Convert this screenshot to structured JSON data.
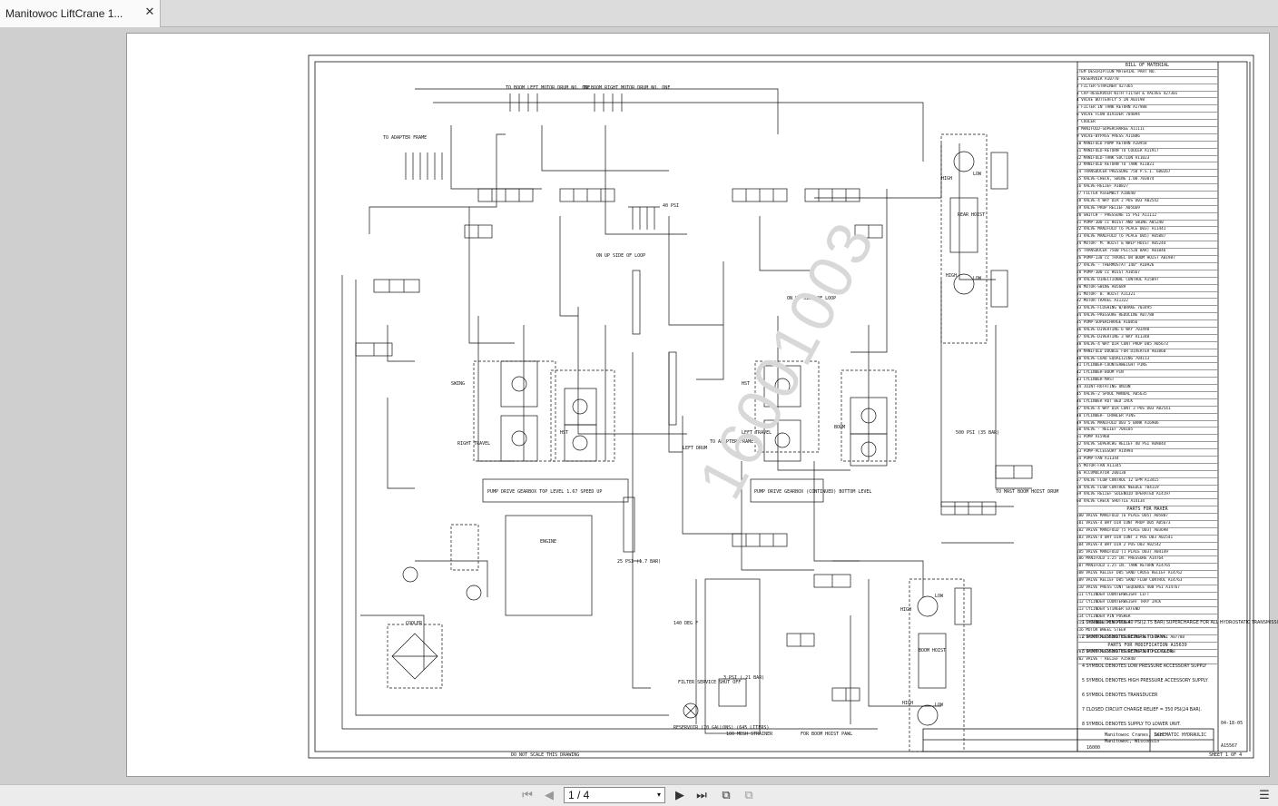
{
  "tab": {
    "title": "Manitowoc LiftCrane 1...",
    "close_glyph": "✕"
  },
  "page_nav": {
    "current": "1 / 4",
    "dropdown_glyph": "▾"
  },
  "watermark": "16001003",
  "labels": {
    "to_boom_left_motor": "TO BOOM LEFT MOTOR DRUM NO. ONE",
    "to_boom_right_motor": "TO BOOM RIGHT MOTOR DRUM NO. ONE",
    "to_adapter_frame": "TO ADAPTER FRAME",
    "forty_psi": "40 PSI",
    "on_up_side_loop": "ON UP SIDE OF LOOP",
    "swing": "SWING",
    "right_travel": "RIGHT TRAVEL",
    "hst": "HST",
    "left_travel": "LEFT TRAVEL",
    "boom": "BOOM",
    "pump_drive_top": "PUMP DRIVE GEARBOX  TOP LEVEL  1.67 SPEED UP",
    "pump_drive_bottom": "PUMP DRIVE GEARBOX (CONTINUED) BOTTOM LEVEL",
    "engine": "ENGINE",
    "cooler": "COOLER",
    "rear_hoist": "REAR HOIST",
    "boom_hoist": "BOOM HOIST",
    "high": "HIGH",
    "low": "LOW",
    "reservoir": "RESERVOIR (70 GALLONS) (645 LITERS)",
    "mesh_strainer": "100 MESH STRAINER",
    "filter_service": "FILTER SERVICE SHUT OFF",
    "for_boom_hoist_pawl": "FOR BOOM HOIST PAWL",
    "to_mast": "TO MAST BOOM HOIST DRUM",
    "left_drum": "LEFT DRUM",
    "to_adapter_frame2": "TO ADAPTER FRAME",
    "psi_25": "25 PSI (1.7 BAR)",
    "deg_140": "140 DEG F",
    "psi_3": "3 PSI (.21 BAR)",
    "psi_500": "500 PSI (35 BAR)",
    "do_not_scale": "DO NOT SCALE THIS DRAWING"
  },
  "bom": {
    "title": "BILL OF MATERIAL",
    "headers": [
      "ITEM",
      "DESCRIPTION",
      "MATERIAL",
      "PART NO."
    ],
    "items": [
      [
        "1",
        "RESERVOIR",
        "A10770"
      ],
      [
        "2",
        "FILTER-STRAINER",
        "427365"
      ],
      [
        "3",
        "CAP-RESERVOIR WITH FILTER & VALVES",
        "427301"
      ],
      [
        "4",
        "VALVE BUTTERFLY 5 IN",
        "A03198"
      ],
      [
        "5",
        "FILTER IN TANK RETURN",
        "A17988"
      ],
      [
        "6",
        "VALVE FLOW DIVIDER",
        "704094"
      ],
      [
        "7",
        "COOLER",
        ""
      ],
      [
        "8",
        "MANIFOLD-SUPERCHARGE",
        "A11111"
      ],
      [
        "9",
        "VALVE-BYPASS PRESS",
        "A11886"
      ],
      [
        "10",
        "MANIFOLD PUMP RETURN",
        "A10958"
      ],
      [
        "11",
        "MANIFOLD-RETURN TO COOLER",
        "A11917"
      ],
      [
        "12",
        "MANIFOLD-TANK SUCTION",
        "A11023"
      ],
      [
        "13",
        "MANIFOLD RETURN TO TANK",
        "A11021"
      ],
      [
        "14",
        "TRANSDUCER PRESSURE 750 P.S.I.",
        "680267"
      ],
      [
        "15",
        "VALVE-CHECK, SWING 1.00",
        "703074"
      ],
      [
        "16",
        "VALVE-RELIEF",
        "A10827"
      ],
      [
        "17",
        "FILTER ASSEMBLY",
        "A18640"
      ],
      [
        "18",
        "VALVE-4 WAY DIR 2 POS D03",
        "A02542"
      ],
      [
        "19",
        "VALVE PROP RELIEF",
        "A05669"
      ],
      [
        "20",
        "SWITCH - PRESSURE 15 PSI",
        "A11112"
      ],
      [
        "21",
        "PUMP-100 cc HOIST AND SWING",
        "A05240"
      ],
      [
        "22",
        "VALVE MANIFOLD (6 PLACE D03)",
        "A11441"
      ],
      [
        "23",
        "VALVE MANIFOLD (6 PLACE D05)",
        "A05887"
      ],
      [
        "24",
        "MOTOR- M. HOIST & WHIP HOIST",
        "A05244"
      ],
      [
        "25",
        "TRANSDUCER 7500 PSI(520 BAR)",
        "A01046"
      ],
      [
        "26",
        "PUMP-130 cc TRAVEL OR BOOM HOIST",
        "A01987"
      ],
      [
        "27",
        "VALVE - THERMOSTAT 140°",
        "A10926"
      ],
      [
        "28",
        "PUMP-100 cc HOIST",
        "A10567"
      ],
      [
        "29",
        "VALVE DIRECTIONAL CONTROL",
        "A15097"
      ],
      [
        "30",
        "MOTOR-SWING",
        "A05689"
      ],
      [
        "31",
        "MOTOR- B. HOIST",
        "A11321"
      ],
      [
        "32",
        "MOTOR-TRAVEL",
        "A11322"
      ],
      [
        "33",
        "VALVE-FLUSHING W/BRAKE",
        "703495"
      ],
      [
        "34",
        "VALVE-PRESSURE REDUCING",
        "A07788"
      ],
      [
        "35",
        "PUMP-SUPERCHARGE",
        "A10856"
      ],
      [
        "36",
        "VALVE-DIVERTING 6 WAY",
        "703490"
      ],
      [
        "37",
        "VALVE-DIVERTING 3 WAY",
        "A11348"
      ],
      [
        "38",
        "VALVE-4 WAY DIR CONT PROP D05",
        "A05673"
      ],
      [
        "39",
        "MANIFOLD DOUBLE FOR DIVERTER",
        "A03868"
      ],
      [
        "40",
        "VALVE-LOAD EQUALIZING",
        "704113"
      ],
      [
        "41",
        "CYLINDER-COUNTERWEIGHT PINS",
        ""
      ],
      [
        "42",
        "CYLINDER-BOOM PIN",
        ""
      ],
      [
        "43",
        "CYLINDER-MAST",
        ""
      ],
      [
        "44",
        "JOINT-ROTATING UNION",
        ""
      ],
      [
        "45",
        "VALVE-2 SPOOL MANUAL",
        "A05635"
      ],
      [
        "46",
        "CYLINDER ROT BED JACK",
        ""
      ],
      [
        "47",
        "VALVE-4 WAY DIR CONT 3 POS D03",
        "A02541"
      ],
      [
        "48",
        "CYLINDER- CRAWLER PINS",
        ""
      ],
      [
        "49",
        "VALVE MANIFOLD D03 5 BANK",
        "A16906"
      ],
      [
        "50",
        "VALVE - RELIEF",
        "704105"
      ],
      [
        "51",
        "PUMP",
        "A15960"
      ],
      [
        "52",
        "VALVE SUPERCHG RELIEF 40 PSI",
        "A09844"
      ],
      [
        "53",
        "PUMP-ACCESSORY",
        "A14994"
      ],
      [
        "54",
        "PUMP-FAN",
        "A11344"
      ],
      [
        "55",
        "MOTOR-FAN",
        "A11345"
      ],
      [
        "56",
        "ACCUMULATOR",
        "200138"
      ],
      [
        "57",
        "VALVE FLOW CONTROL 12 GPM",
        "A13415"
      ],
      [
        "58",
        "VALVE FLOW CONTROL NEEDLE",
        "704119"
      ],
      [
        "59",
        "VALVE RELIEF SOLENOID OPERATED",
        "A14197"
      ],
      [
        "60",
        "VALVE CHECK SHUTTLE",
        "A14134"
      ]
    ],
    "maxer_title": "PARTS FOR MAXER",
    "maxer_items": [
      [
        "100",
        "VALVE MANIFOLD (6 PLACE D05)",
        "A05887"
      ],
      [
        "101",
        "VALVE-4 WAY DIR CONT PROP D05",
        "A05673"
      ],
      [
        "102",
        "VALVE MANIFOLD (5 PLACE D03)",
        "A03698"
      ],
      [
        "103",
        "VALVE-4 WAY DIR CONT 3 POS D03",
        "A02541"
      ],
      [
        "104",
        "VALVE-4 WAY DIR 2 POS D03",
        "A02542"
      ],
      [
        "105",
        "VALVE MANIFOLD (1 PLACE D03)",
        "A04149"
      ],
      [
        "106",
        "MANIFOLD 1.25 IN. PRESSURE",
        "A14764"
      ],
      [
        "107",
        "MANIFOLD 1.25 IN. TANK RETURN",
        "A14765"
      ],
      [
        "108",
        "VALVE RELIEF D05 SAND CROSS RELIEF",
        "A14762"
      ],
      [
        "109",
        "VALVE RELIEF D05 SAND FLOW CONTROL",
        "A14763"
      ],
      [
        "110",
        "VALVE PRESS CONT SEQUENCE 400 PSI",
        "A14767"
      ],
      [
        "111",
        "CYLINDER COUNTERWEIGHT LIFT",
        ""
      ],
      [
        "112",
        "CYLINDER COUNTERWEIGHT TRAY JACK",
        ""
      ],
      [
        "113",
        "CYLINDER STINGER EXTEND",
        ""
      ],
      [
        "114",
        "CYLINDER PIN PUSHER",
        ""
      ],
      [
        "115",
        "CYLINDER PIN PUSHER",
        ""
      ],
      [
        "116",
        "MOTOR WHEEL STEER",
        ""
      ],
      [
        "117",
        "VALVE PRESSURE REDUCING SET 500 PSI",
        "A07788"
      ]
    ],
    "mod_title": "PARTS FOR MODIFICATION A15639",
    "mod_items": [
      [
        "201",
        "VALVE PRESSURE REDUCING 500 PSI",
        "A07788"
      ],
      [
        "202",
        "VALVE - RELIEF",
        "A15840"
      ]
    ]
  },
  "notes": [
    {
      "num": "1",
      "text": "SYMBOL DENOTES 40 PSI(2.75 BAR) SUPERCHARGE FOR ALL HYDROSTATIC TRANSMISSIONS."
    },
    {
      "num": "2",
      "text": "SYMBOL DENOTES RETURN TO TANK."
    },
    {
      "num": "3",
      "text": "SYMBOL DENOTES RETURN TO COOLER."
    },
    {
      "num": "4",
      "text": "SYMBOL DENOTES LOW PRESSURE ACCESSORY SUPPLY"
    },
    {
      "num": "5",
      "text": "SYMBOL DENOTES HIGH PRESSURE ACCESSORY SUPPLY"
    },
    {
      "num": "6",
      "text": "SYMBOL DENOTES TRANSDUCER"
    },
    {
      "num": "7",
      "text": "CLOSED CIRCUIT CHARGE RELIEF = 350 PSI(24 BAR)."
    },
    {
      "num": "8",
      "text": "SYMBOL DENOTES SUPPLY TO LOWER UNIT."
    }
  ],
  "title_block": {
    "company": "Manitowoc Cranes, Inc.",
    "location": "Manitowoc, Wisconsin",
    "title": "SCHEMATIC HYDRAULIC",
    "model": "16000",
    "drawing_no": "A15567",
    "sheet": "SHEET 1 OF 4",
    "date": "04-18-05"
  }
}
